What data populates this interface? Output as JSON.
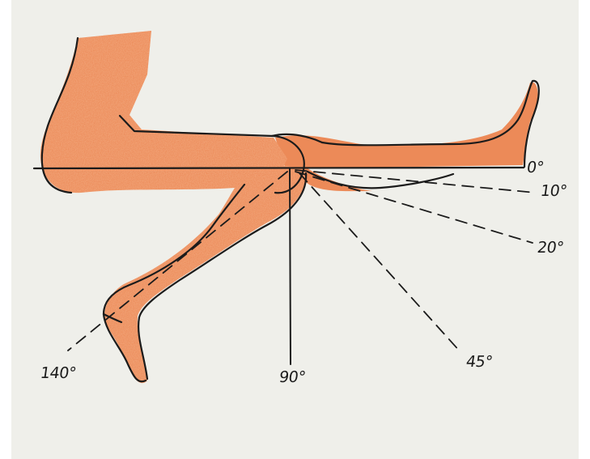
{
  "diagram": {
    "subject": "knee range of motion",
    "colors": {
      "paper": "#efefea",
      "skin": "#ec8a58",
      "skin_shade": "#e0743f",
      "ink": "#1b1b1b"
    },
    "angles": [
      {
        "value": 0,
        "label": "0°"
      },
      {
        "value": 10,
        "label": "10°"
      },
      {
        "value": 20,
        "label": "20°"
      },
      {
        "value": 45,
        "label": "45°"
      },
      {
        "value": 90,
        "label": "90°"
      },
      {
        "value": 140,
        "label": "140°"
      }
    ]
  }
}
